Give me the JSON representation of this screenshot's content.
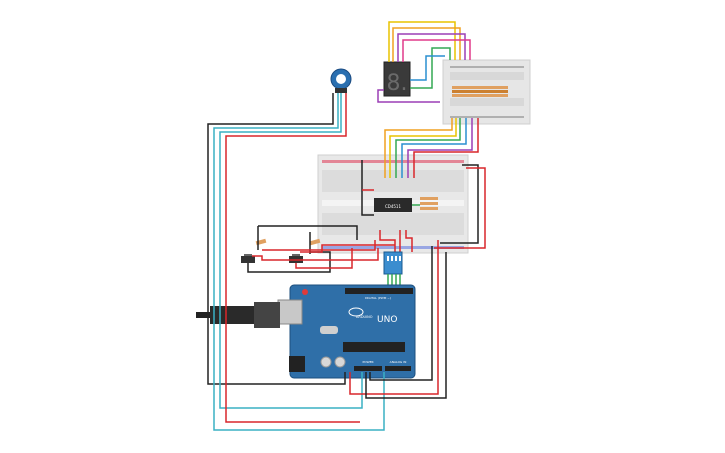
{
  "labels": {
    "chip": "CD4511",
    "board_brand": "UNO",
    "board_logo": "ARDUINO",
    "digital_header": "DIGITAL (PWM ~)",
    "power_header": "POWER",
    "analog_header": "ANALOG IN",
    "segment_digit": "8."
  },
  "colors": {
    "wire_red": "#d9262b",
    "wire_black": "#222222",
    "wire_blue": "#2a8fd0",
    "wire_teal": "#3ab0c4",
    "wire_green": "#34a853",
    "wire_purple": "#9b3fb5",
    "wire_orange": "#f0a020",
    "wire_yellow": "#e8c400",
    "arduino_blue": "#2f6fa8",
    "breadboard": "#eeeeee"
  }
}
